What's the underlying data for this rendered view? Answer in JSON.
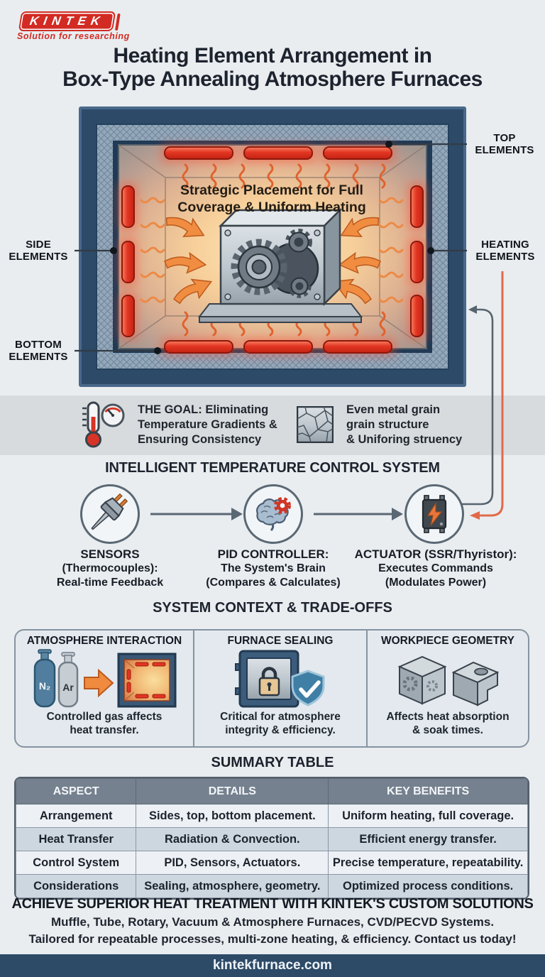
{
  "brand": {
    "name": "KINTEK",
    "tagline": "Solution for researching"
  },
  "title": {
    "line1": "Heating Element Arrangement in",
    "line2": "Box-Type Annealing Atmosphere Furnaces"
  },
  "furnace": {
    "center_line1": "Strategic Placement for Full",
    "center_line2": "Coverage & Uniform Heating",
    "label_top": "TOP ELEMENTS",
    "label_heating": "HEATING ELEMENTS",
    "label_side": "SIDE ELEMENTS",
    "label_bottom": "BOTTOM ELEMENTS"
  },
  "goal": {
    "left_line1": "THE GOAL: Eliminating",
    "left_line2": "Temperature Gradients &",
    "left_line3": "Ensuring Consistency",
    "right_line1": "Even metal grain",
    "right_line2": "grain structure",
    "right_line3": "& Uniforing struency"
  },
  "control": {
    "heading": "INTELLIGENT TEMPERATURE CONTROL SYSTEM",
    "nodes": [
      {
        "title": "SENSORS",
        "sub1": "(Thermocouples):",
        "sub2": "Real-time Feedback"
      },
      {
        "title": "PID CONTROLLER:",
        "sub1": "The System's Brain",
        "sub2": "(Compares & Calculates)"
      },
      {
        "title": "ACTUATOR (SSR/Thyristor):",
        "sub1": "Executes Commands",
        "sub2": "(Modulates Power)"
      }
    ]
  },
  "tradeoffs": {
    "heading": "SYSTEM CONTEXT & TRADE-OFFS",
    "cards": [
      {
        "title": "ATMOSPHERE INTERACTION",
        "cap1": "Controlled gas affects",
        "cap2": "heat transfer.",
        "gas1": "N₂",
        "gas2": "Ar"
      },
      {
        "title": "FURNACE SEALING",
        "cap1": "Critical for atmosphere",
        "cap2": "integrity & efficiency."
      },
      {
        "title": "WORKPIECE GEOMETRY",
        "cap1": "Affects heat absorption",
        "cap2": "& soak times."
      }
    ]
  },
  "table": {
    "heading": "SUMMARY TABLE",
    "columns": [
      "ASPECT",
      "DETAILS",
      "KEY BENEFITS"
    ],
    "rows": [
      [
        "Arrangement",
        "Sides, top, bottom placement.",
        "Uniform heating, full coverage."
      ],
      [
        "Heat Transfer",
        "Radiation & Convection.",
        "Efficient energy transfer."
      ],
      [
        "Control System",
        "PID, Sensors, Actuators.",
        "Precise temperature, repeatability."
      ],
      [
        "Considerations",
        "Sealing, atmosphere, geometry.",
        "Optimized process conditions."
      ]
    ]
  },
  "cta": {
    "heading": "ACHIEVE SUPERIOR HEAT TREATMENT WITH KINTEK'S CUSTOM SOLUTIONS",
    "line1": "Muffle, Tube, Rotary, Vacuum & Atmosphere Furnaces, CVD/PECVD Systems.",
    "line2": "Tailored for repeatable processes, multi-zone heating, & efficiency. Contact us today!"
  },
  "footer": {
    "url": "kintekfurnace.com"
  },
  "colors": {
    "brand_red": "#d22b23",
    "frame_navy": "#2d4a68",
    "element_red": "#e23522",
    "arrow_orange": "#f08a3e",
    "band_bg": "#d7dbde",
    "footer_bg": "#2d4a67"
  }
}
